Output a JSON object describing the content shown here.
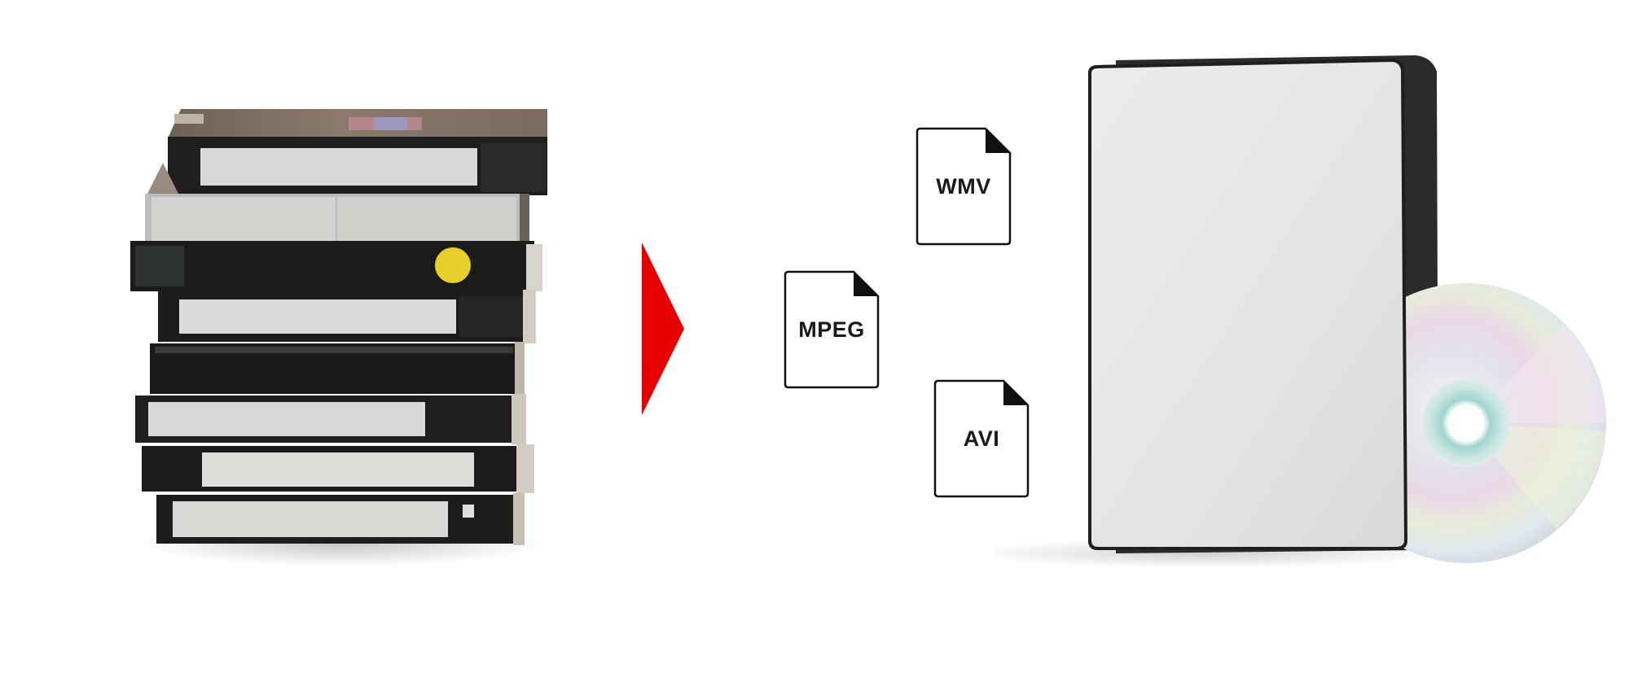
{
  "files": [
    {
      "label": "WMV"
    },
    {
      "label": "MPEG"
    },
    {
      "label": "AVI"
    }
  ],
  "colors": {
    "arrow": "#e60000",
    "background": "#ffffff",
    "tape_label": "#d9dcd9",
    "tape_body": "#1c1c1c",
    "sticker": "#e8cf2a",
    "dvd_cover": "#e6e7e8",
    "dvd_spine": "#2b2b2b"
  },
  "icons": [
    "vhs-tape-stack-icon",
    "right-arrow-icon",
    "file-icon",
    "dvd-case-icon",
    "disc-icon"
  ]
}
